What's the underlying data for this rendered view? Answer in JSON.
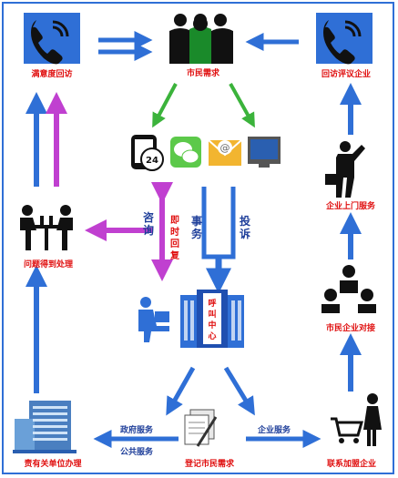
{
  "colors": {
    "blue_arrow": "#2f6fd6",
    "magenta_arrow": "#c040d0",
    "green_arrow": "#3bb33b",
    "label_red": "#e01010",
    "label_blue": "#1f3f9a",
    "frame": "#2f6fd6"
  },
  "nodes": {
    "satisfaction_revisit": "满意度回访",
    "citizen_demand": "市民需求",
    "revisit_evaluate_company": "回访评议企业",
    "problem_handled": "问题得到处理",
    "company_onsite_service": "企业上门服务",
    "citizen_company_match": "市民企业对接",
    "responsible_unit": "责有关单位办理",
    "register_demand": "登记市民需求",
    "contact_member_company": "联系加盟企业"
  },
  "center_sign": [
    "呼",
    "叫",
    "中",
    "心"
  ],
  "channel_icons": [
    "phone-24-icon",
    "wechat-icon",
    "email-icon",
    "monitor-icon"
  ],
  "channel_24": "24",
  "labels": {
    "consult": "咨询",
    "instant_reply": "即时回复",
    "affairs": "事务",
    "complaint": "投诉",
    "gov_service": "政府服务",
    "public_service": "公共服务",
    "enterprise_service": "企业服务"
  }
}
